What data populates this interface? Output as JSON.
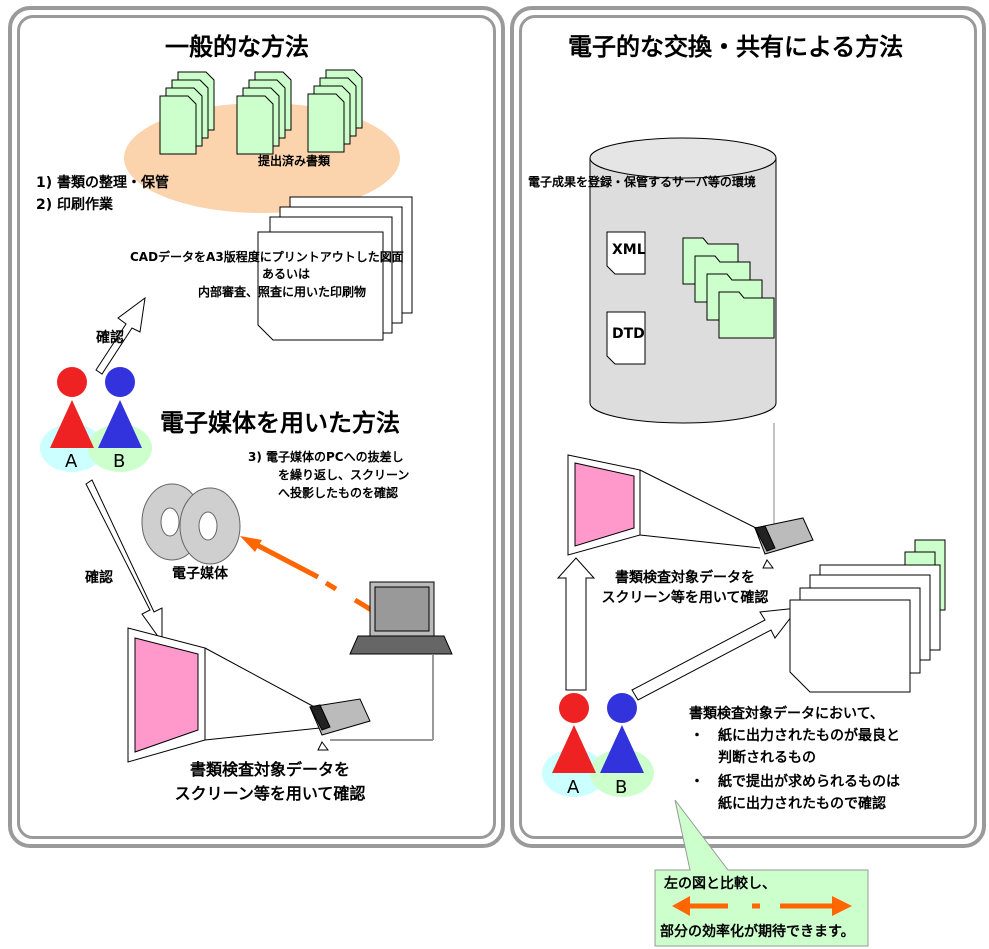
{
  "left": {
    "title": "一般的な方法",
    "submitted_docs": "提出済み書類",
    "steps": [
      "1) 書類の整理・保管",
      "2) 印刷作業"
    ],
    "printout_lines": [
      "CADデータをA3版程度にプリントアウトした図面",
      "あるいは",
      "内部審査、照査に用いた印刷物"
    ],
    "confirm_top": "確認",
    "electronic_title": "電子媒体を用いた方法",
    "step3_lines": [
      "3) 電子媒体のPCへの抜差し",
      "を繰り返し、スクリーン",
      "へ投影したものを確認"
    ],
    "media_label": "電子媒体",
    "confirm_bottom": "確認",
    "screen_caption": [
      "書類検査対象データを",
      "スクリーン等を用いて確認"
    ],
    "person_a": "A",
    "person_b": "B"
  },
  "right": {
    "title": "電子的な交換・共有による方法",
    "server_label": "電子成果を登録・保管するサーバ等の環境",
    "xml": "XML",
    "dtd": "DTD",
    "screen_caption": [
      "書類検査対象データを",
      "スクリーン等を用いて確認"
    ],
    "paper_note": [
      "書類検査対象データにおいて、",
      "・　紙に出力されたものが最良と",
      "　　判断されるもの",
      "・　紙で提出が求められるものは",
      "　　紙に出力されたもので確認"
    ],
    "person_a": "A",
    "person_b": "B"
  },
  "callout": {
    "line1": "左の図と比較し、",
    "line2": "部分の効率化が期待できます。"
  },
  "colors": {
    "doc_green": "#ccffcc",
    "ellipse_orange": "#fbd3ad",
    "person_a": "#ee2222",
    "person_b": "#3333dd",
    "bubble_cyan": "#ccffff",
    "bubble_green": "#ccffcc",
    "screen_pink": "#ff99cc",
    "arrow_orange": "#ff6600",
    "callout_green": "#ccffcc"
  }
}
